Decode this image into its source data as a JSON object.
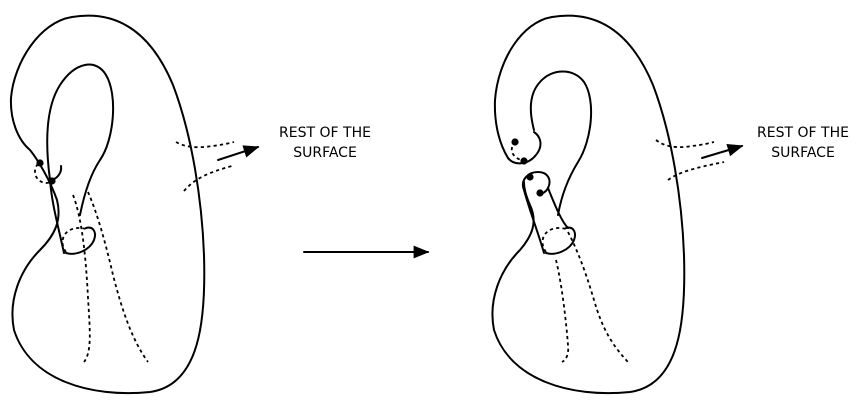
{
  "labels": {
    "left_line1": "REST OF THE",
    "left_line2": "SURFACE",
    "right_line1": "REST OF THE",
    "right_line2": "SURFACE"
  }
}
